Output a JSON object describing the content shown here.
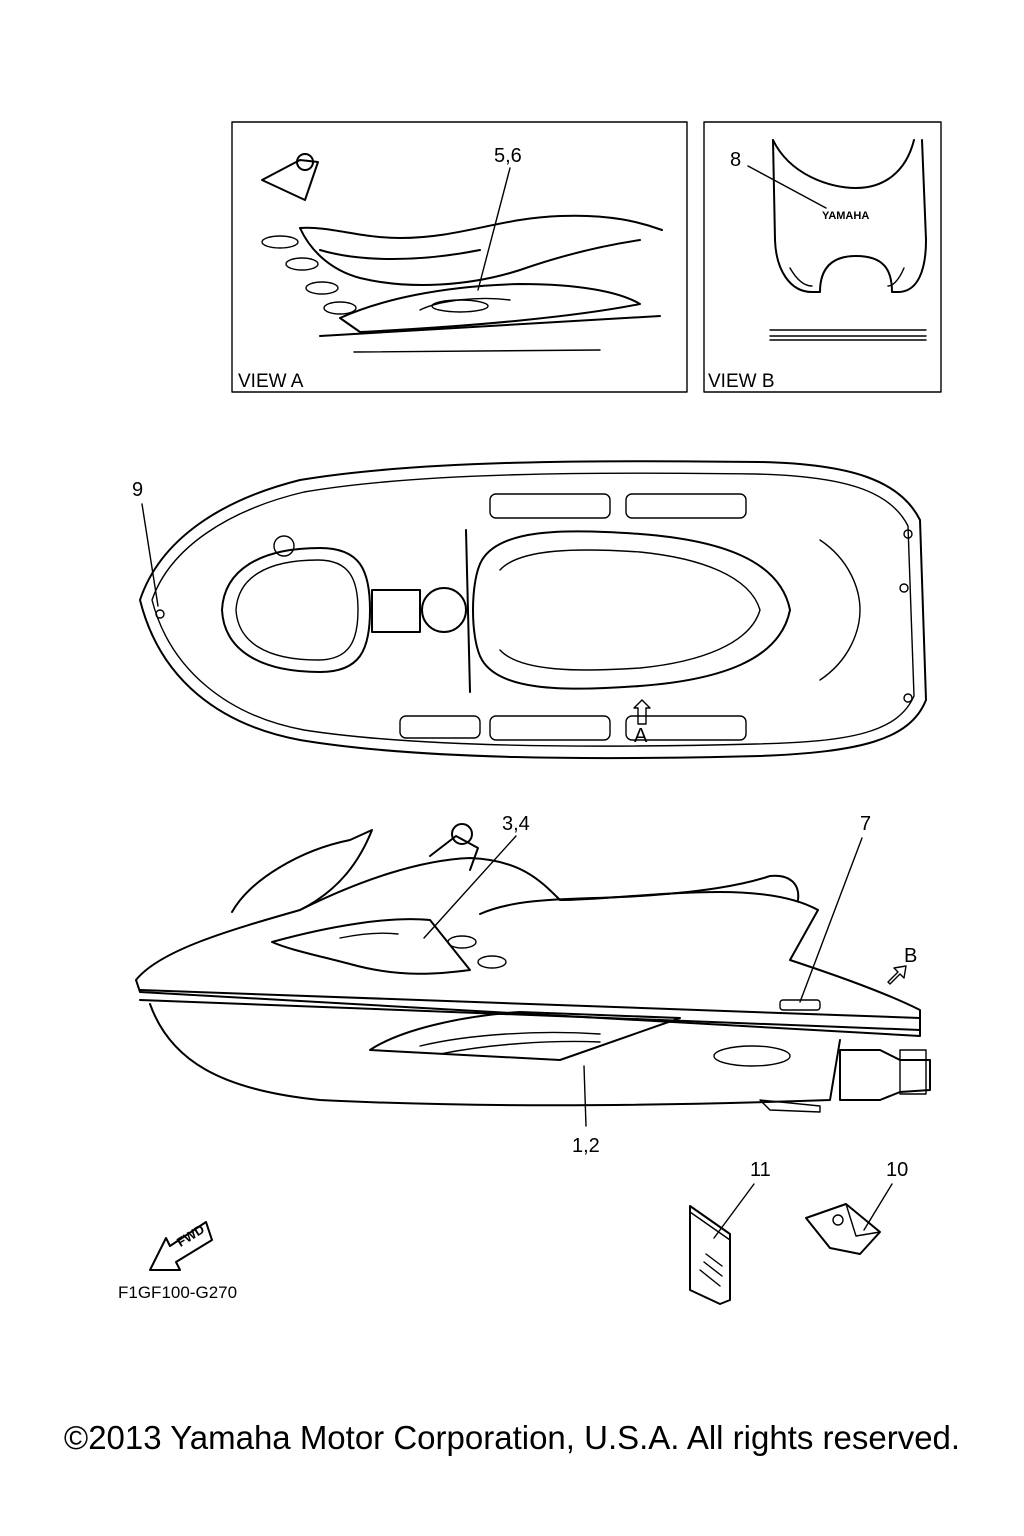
{
  "diagram": {
    "views": {
      "view_a": "VIEW A",
      "view_b": "VIEW B"
    },
    "callouts": {
      "c56": "5,6",
      "c8": "8",
      "c9": "9",
      "c34": "3,4",
      "c7": "7",
      "c12": "1,2",
      "c11": "11",
      "c10": "10"
    },
    "markers": {
      "arrow_a": "A",
      "arrow_b": "B"
    },
    "fwd_label": "FWD",
    "decal_text": "YAMAHA",
    "part_code": "F1GF100-G270"
  },
  "footer": {
    "copyright": "©2013 Yamaha Motor Corporation, U.S.A. All rights reserved."
  }
}
